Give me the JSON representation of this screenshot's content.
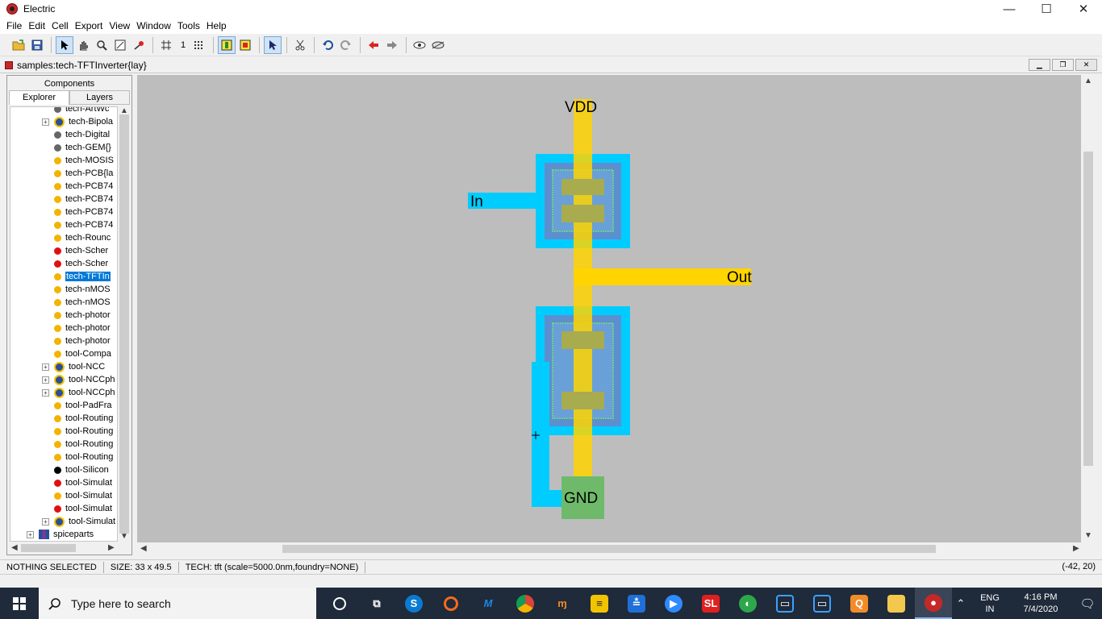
{
  "window": {
    "title": "Electric",
    "controls": [
      "—",
      "☐",
      "✕"
    ]
  },
  "menu": [
    "File",
    "Edit",
    "Cell",
    "Export",
    "View",
    "Window",
    "Tools",
    "Help"
  ],
  "toolbar": {
    "grid_number": "1"
  },
  "document": {
    "title": "samples:tech-TFTInverter{lay}"
  },
  "left_panel": {
    "header": "Components",
    "tabs": [
      "Explorer",
      "Layers"
    ],
    "tree": [
      {
        "label": "tech-ArtWc",
        "icon": "gray-dot",
        "expander": false
      },
      {
        "label": "tech-Bipola",
        "icon": "library",
        "expander": true
      },
      {
        "label": "tech-Digital",
        "icon": "gray-dot",
        "expander": false
      },
      {
        "label": "tech-GEM{}",
        "icon": "gray-dot",
        "expander": false
      },
      {
        "label": "tech-MOSIS",
        "icon": "yellow-dot",
        "expander": false
      },
      {
        "label": "tech-PCB{la",
        "icon": "yellow-dot",
        "expander": false
      },
      {
        "label": "tech-PCB74",
        "icon": "yellow-dot",
        "expander": false
      },
      {
        "label": "tech-PCB74",
        "icon": "yellow-dot",
        "expander": false
      },
      {
        "label": "tech-PCB74",
        "icon": "yellow-dot",
        "expander": false
      },
      {
        "label": "tech-PCB74",
        "icon": "yellow-dot",
        "expander": false
      },
      {
        "label": "tech-Rounc",
        "icon": "yellow-dot",
        "expander": false
      },
      {
        "label": "tech-Scher",
        "icon": "red-dot",
        "expander": false
      },
      {
        "label": "tech-Scher",
        "icon": "red-dot",
        "expander": false
      },
      {
        "label": "tech-TFTIn",
        "icon": "yellow-dot",
        "expander": false,
        "selected": true
      },
      {
        "label": "tech-nMOS",
        "icon": "yellow-dot",
        "expander": false
      },
      {
        "label": "tech-nMOS",
        "icon": "yellow-dot",
        "expander": false
      },
      {
        "label": "tech-photor",
        "icon": "yellow-dot",
        "expander": false
      },
      {
        "label": "tech-photor",
        "icon": "yellow-dot",
        "expander": false
      },
      {
        "label": "tech-photor",
        "icon": "yellow-dot",
        "expander": false
      },
      {
        "label": "tool-Compa",
        "icon": "yellow-dot",
        "expander": false
      },
      {
        "label": "tool-NCC",
        "icon": "library",
        "expander": true
      },
      {
        "label": "tool-NCCph",
        "icon": "library",
        "expander": true
      },
      {
        "label": "tool-NCCph",
        "icon": "library",
        "expander": true
      },
      {
        "label": "tool-PadFra",
        "icon": "yellow-dot",
        "expander": false
      },
      {
        "label": "tool-Routing",
        "icon": "yellow-dot",
        "expander": false
      },
      {
        "label": "tool-Routing",
        "icon": "yellow-dot",
        "expander": false
      },
      {
        "label": "tool-Routing",
        "icon": "yellow-dot",
        "expander": false
      },
      {
        "label": "tool-Routing",
        "icon": "yellow-dot",
        "expander": false
      },
      {
        "label": "tool-Silicon",
        "icon": "black-dot",
        "expander": false
      },
      {
        "label": "tool-Simulat",
        "icon": "red-dot",
        "expander": false
      },
      {
        "label": "tool-Simulat",
        "icon": "yellow-dot",
        "expander": false
      },
      {
        "label": "tool-Simulat",
        "icon": "red-dot",
        "expander": false
      },
      {
        "label": "tool-Simulat",
        "icon": "library",
        "expander": true
      },
      {
        "label": "spiceparts",
        "icon": "spice",
        "expander": true,
        "top_level": true
      }
    ]
  },
  "layout": {
    "labels": {
      "vdd": "VDD",
      "in": "In",
      "out": "Out",
      "gnd": "GND"
    },
    "colors": {
      "canvas": "#bdbdbd",
      "metal_cyan": "#00ccff",
      "metal_yellow": "#ffd400",
      "green": "#6fba6a",
      "gate_blue": "#5c8fcf",
      "olive": "#a8ab4e"
    }
  },
  "status": {
    "selection": "NOTHING SELECTED",
    "size": "SIZE: 33 x 49.5",
    "tech": "TECH: tft (scale=5000.0nm,foundry=NONE)",
    "coords": "(-42, 20)"
  },
  "taskbar": {
    "search_placeholder": "Type here to search",
    "lang_line1": "ENG",
    "lang_line2": "IN",
    "time": "4:16 PM",
    "date": "7/4/2020"
  }
}
